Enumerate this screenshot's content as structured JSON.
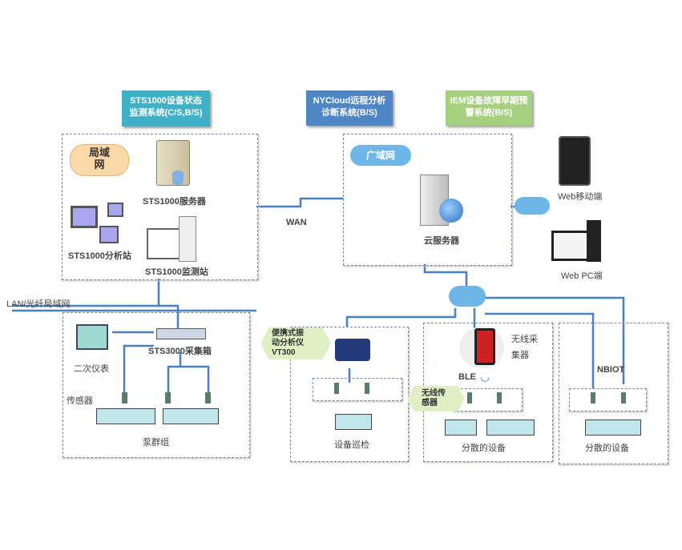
{
  "callouts": {
    "sts1000": "STS1000设备状态\n监测系统(C/S,B/S)",
    "nycloud": "NYCloud远程分析\n诊断系统(B/S)",
    "iem": "IEM设备故障早期预\n警系统(B/S)"
  },
  "lan_box": {
    "cloud": "局域\n网",
    "server": "STS1000服务器",
    "analysis": "STS1000分析站",
    "monitor": "STS1000监测站"
  },
  "wan": "WAN",
  "cloud_box": {
    "cloud": "广域网",
    "server": "云服务器"
  },
  "web_mobile": "Web移动端",
  "web_pc": "Web PC端",
  "lan_fiber": "LAN/光纤局域网",
  "pump_box": {
    "instrument": "二次仪表",
    "collector": "STS3000采集箱",
    "sensor": "传感器",
    "group": "泵群组"
  },
  "inspection_box": {
    "device": "便携式振\n动分析仪\nVT300",
    "title": "设备巡检"
  },
  "wireless_box": {
    "collector": "无线采\n集器",
    "ble": "BLE",
    "sensor": "无线传\n感器",
    "title": "分散的设备"
  },
  "nbiot_box": {
    "nbiot": "NBIOT",
    "title": "分散的设备"
  },
  "colors": {
    "line": "#4a7fc0",
    "teal": "#3fb0c6",
    "blue": "#4f86c6",
    "green": "#a6cf80",
    "cloud_orange": "#fbd8a8",
    "cloud_blue": "#6fb6e8"
  }
}
